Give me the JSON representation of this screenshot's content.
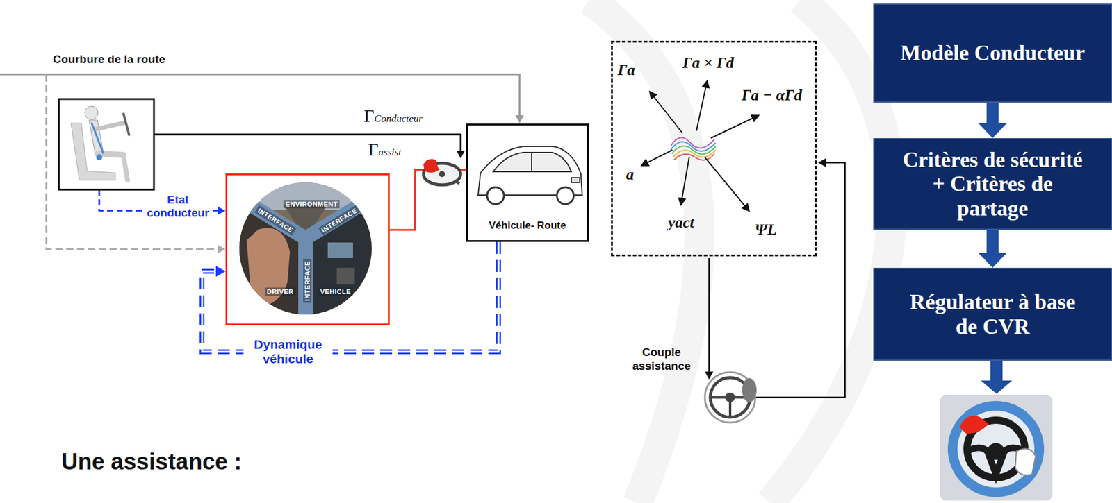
{
  "diagram": {
    "nodes": [
      {
        "text": [
          "Véhicule- Route"
        ]
      },
      {
        "text": [
          "ENVIRONMENT",
          "INTERFACE",
          "INTERFACE",
          "INTERFACE",
          "DRIVER",
          "VEHICLE"
        ]
      },
      {
        "text": [
          "Γa",
          "Γa × Γd",
          "Γa − αΓd",
          "a",
          "yact",
          "ΨL"
        ]
      },
      {
        "text": [
          "Modèle Conducteur"
        ]
      },
      {
        "text": [
          "Critères de sécurité + Critères de partage"
        ]
      },
      {
        "text": [
          "Régulateur à base de CVR"
        ]
      }
    ],
    "edges": [
      {
        "from": 1,
        "to": 0,
        "arrow": "none"
      },
      {
        "from": 0,
        "to": 1,
        "arrow": "to",
        "label": "Dynamique véhicule"
      },
      {
        "from": 3,
        "to": 4,
        "arrow": "to"
      },
      {
        "from": 4,
        "to": 5,
        "arrow": "to"
      }
    ],
    "labels": [
      "Courbure de la route",
      "ΓConducteur",
      "Γassist",
      "Etat conducteur",
      "Couple assistance",
      "Une assistance :"
    ]
  }
}
